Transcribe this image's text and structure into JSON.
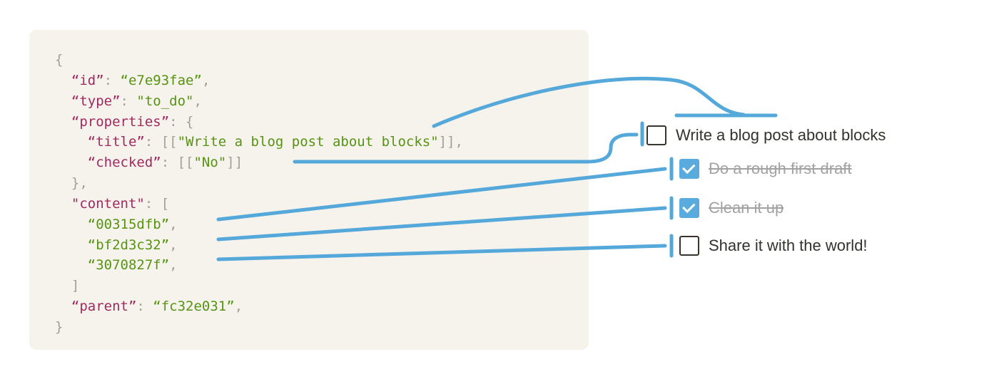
{
  "colors": {
    "panel_bg": "#f6f2ec",
    "code_key": "#a02a60",
    "code_value": "#579413",
    "code_punct": "#a29f98",
    "accent_blue": "#55a8da",
    "todo_text": "#33322d",
    "todo_done_text": "#a2a2a2",
    "checkbox_border": "#38352f",
    "checkbox_checked_bg": "#58abdc",
    "check_mark": "#ffffff"
  },
  "code_block": {
    "lines": [
      {
        "tokens": [
          [
            "p",
            "{"
          ]
        ]
      },
      {
        "tokens": [
          [
            "p",
            "  "
          ],
          [
            "k",
            "“id”"
          ],
          [
            "p",
            ": "
          ],
          [
            "v",
            "“e7e93fae”"
          ],
          [
            "p",
            ","
          ]
        ]
      },
      {
        "tokens": [
          [
            "p",
            "  "
          ],
          [
            "k",
            "“type”"
          ],
          [
            "p",
            ": "
          ],
          [
            "v",
            "\"to_do\""
          ],
          [
            "p",
            ","
          ]
        ]
      },
      {
        "tokens": [
          [
            "p",
            "  "
          ],
          [
            "k",
            "“properties”"
          ],
          [
            "p",
            ": {"
          ]
        ]
      },
      {
        "tokens": [
          [
            "p",
            "    "
          ],
          [
            "k",
            "“title”"
          ],
          [
            "p",
            ": [["
          ],
          [
            "v",
            "\"Write a blog post about blocks\""
          ],
          [
            "p",
            "]],"
          ]
        ]
      },
      {
        "tokens": [
          [
            "p",
            "    "
          ],
          [
            "k",
            "“checked”"
          ],
          [
            "p",
            ": [["
          ],
          [
            "v",
            "\"No\""
          ],
          [
            "p",
            "]]"
          ]
        ]
      },
      {
        "tokens": [
          [
            "p",
            "  },"
          ]
        ]
      },
      {
        "tokens": [
          [
            "p",
            "  "
          ],
          [
            "k",
            "\"content\""
          ],
          [
            "p",
            ": ["
          ]
        ]
      },
      {
        "tokens": [
          [
            "p",
            "    "
          ],
          [
            "v",
            "“00315dfb”"
          ],
          [
            "p",
            ","
          ]
        ]
      },
      {
        "tokens": [
          [
            "p",
            "    "
          ],
          [
            "v",
            "“bf2d3c32”"
          ],
          [
            "p",
            ","
          ]
        ]
      },
      {
        "tokens": [
          [
            "p",
            "    "
          ],
          [
            "v",
            "“3070827f”"
          ],
          [
            "p",
            ","
          ]
        ]
      },
      {
        "tokens": [
          [
            "p",
            "  ]"
          ]
        ]
      },
      {
        "tokens": [
          [
            "p",
            "  "
          ],
          [
            "k",
            "“parent”"
          ],
          [
            "p",
            ": "
          ],
          [
            "v",
            "“fc32e031”"
          ],
          [
            "p",
            ","
          ]
        ]
      },
      {
        "tokens": [
          [
            "p",
            "}"
          ]
        ]
      }
    ]
  },
  "todo_list": {
    "items": [
      {
        "label": "Write a blog post about blocks",
        "checked": false,
        "struck": false
      },
      {
        "label": "Do a rough first draft",
        "checked": true,
        "struck": true
      },
      {
        "label": "Clean it up",
        "checked": true,
        "struck": true
      },
      {
        "label": "Share it with the world!",
        "checked": false,
        "struck": false
      }
    ]
  }
}
